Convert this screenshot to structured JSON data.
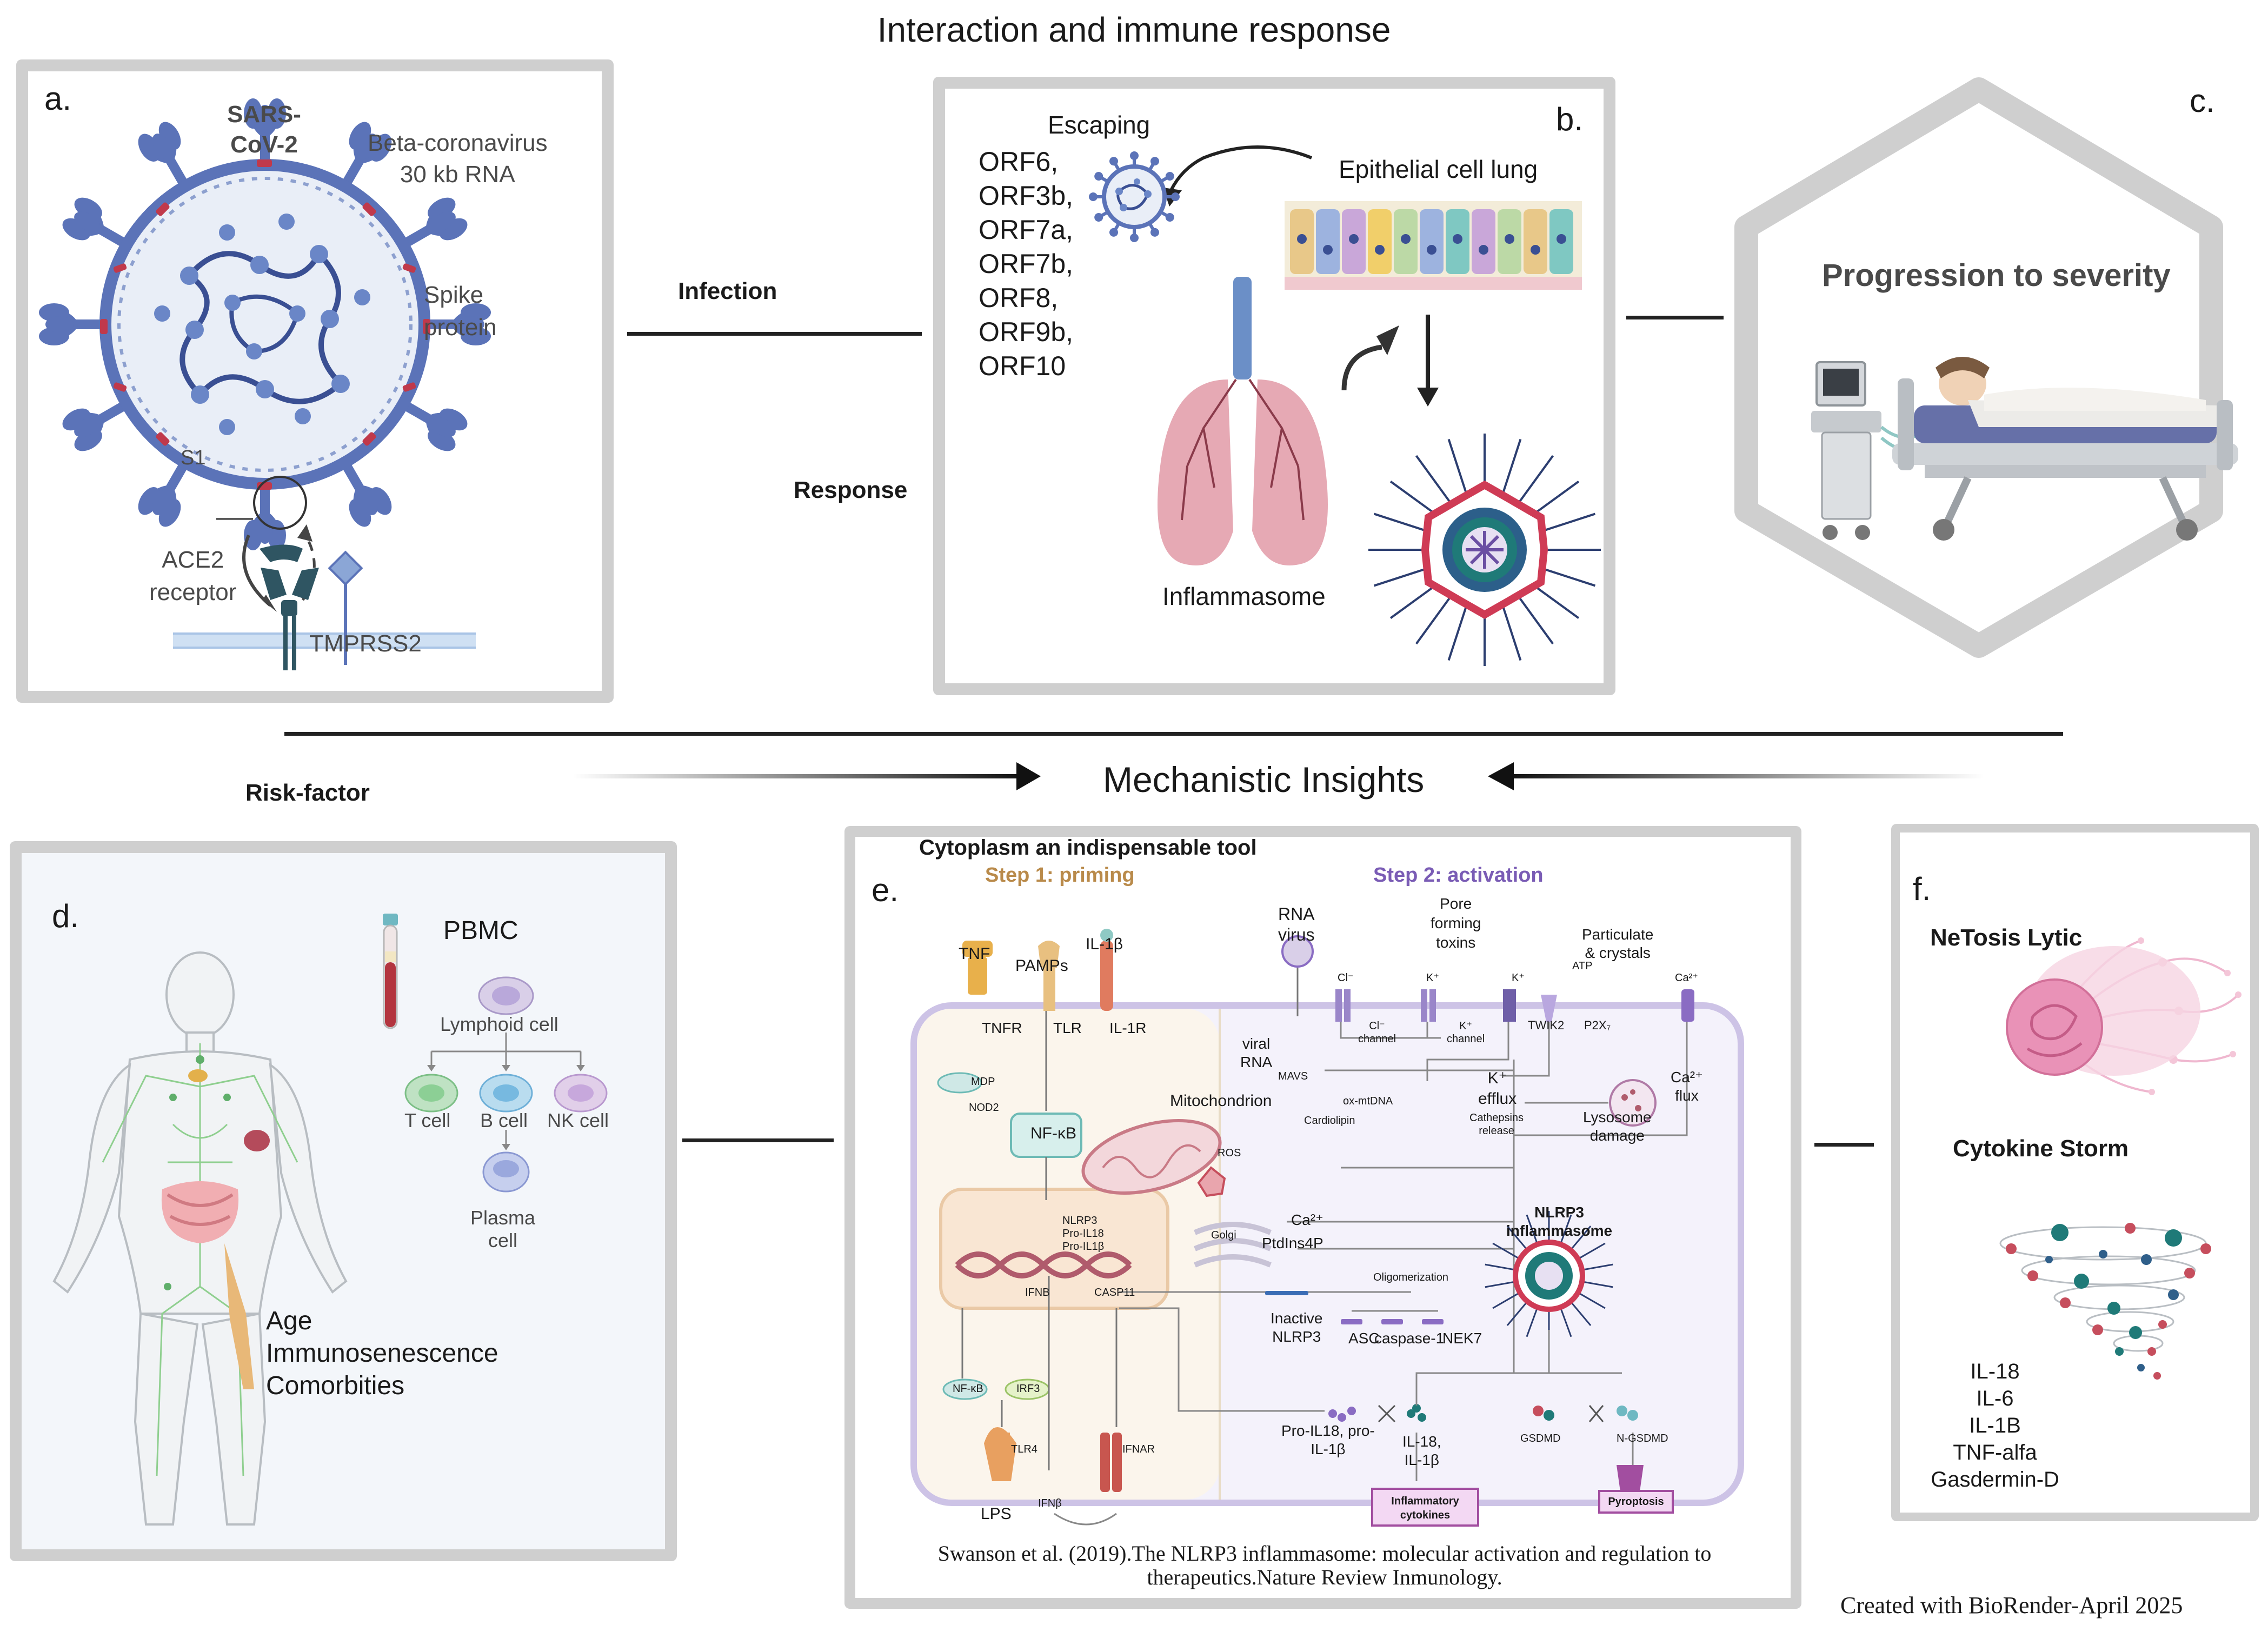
{
  "header": {
    "title": "Interaction and immune response",
    "mechanistic": "Mechanistic Insights",
    "credit": "Created with BioRender-April 2025"
  },
  "flow": {
    "infection": "Infection",
    "response": "Response",
    "risk_factor": "Risk-factor"
  },
  "panel_a": {
    "letter": "a.",
    "virus_name_1": "SARS-",
    "virus_name_2": "CoV-2",
    "genome_1": "Beta-coronavirus",
    "genome_2": "30 kb RNA",
    "spike_1": "Spike",
    "spike_2": "protein",
    "s1": "S1",
    "ace2_1": "ACE2",
    "ace2_2": "receptor",
    "tmprss2": "TMPRSS2"
  },
  "panel_b": {
    "letter": "b.",
    "escaping": "Escaping",
    "orfs": [
      "ORF6,",
      "ORF3b,",
      "ORF7a,",
      "ORF7b,",
      "ORF8,",
      "ORF9b,",
      "ORF10"
    ],
    "epithelial": "Epithelial cell lung",
    "inflammasome": "Inflammasome"
  },
  "panel_c": {
    "letter": "c.",
    "title": "Progression to severity"
  },
  "panel_d": {
    "letter": "d.",
    "pbmc": "PBMC",
    "lymphoid": "Lymphoid cell",
    "t_cell": "T cell",
    "b_cell": "B cell",
    "nk_cell": "NK cell",
    "plasma_1": "Plasma",
    "plasma_2": "cell",
    "factors": [
      "Age",
      "Immunosenescence",
      "Comorbities"
    ]
  },
  "panel_e": {
    "letter": "e.",
    "title": "Cytoplasm an indispensable tool",
    "step1": "Step 1: priming",
    "step2": "Step 2: activation",
    "tnf": "TNF",
    "pamps": "PAMPs",
    "il1b_top": "IL-1β",
    "tnfr": "TNFR",
    "tlr": "TLR",
    "il1r": "IL-1R",
    "mdp": "MDP",
    "nod2": "NOD2",
    "nfkb": "NF-κB",
    "nlrp3_gene": "NLRP3",
    "pro_il18": "Pro-IL18",
    "pro_il1b": "Pro-IL1β",
    "ifnb_gene": "IFNB",
    "casp11": "CASP11",
    "nfkb_small": "NF-κB",
    "irf3": "IRF3",
    "tlr4": "TLR4",
    "ifnar": "IFNAR",
    "lps": "LPS",
    "ifnb": "IFNβ",
    "rna_virus_1": "RNA",
    "rna_virus_2": "virus",
    "viral_rna_1": "viral",
    "viral_rna_2": "RNA",
    "mavs": "MAVS",
    "mitochondrion": "Mitochondrion",
    "ox_mtdna": "ox-mtDNA",
    "cardiolipin": "Cardiolipin",
    "ros": "ROS",
    "golgi": "Golgi",
    "ca_golgi": "Ca²⁺",
    "ptdins4p": "PtdIns4P",
    "pore_1": "Pore",
    "pore_2": "forming",
    "pore_3": "toxins",
    "particulate_1": "Particulate",
    "particulate_2": "& crystals",
    "atp": "ATP",
    "cl": "Cl⁻",
    "k_plus": "K⁺",
    "k_plus_2": "K⁺",
    "ca_top": "Ca²⁺",
    "cl_channel_1": "Cl⁻",
    "cl_channel_2": "channel",
    "k_channel_1": "K⁺",
    "k_channel_2": "channel",
    "twik2": "TWIK2",
    "p2x7": "P2X₇",
    "k_efflux_1": "K⁺",
    "k_efflux_2": "efflux",
    "cathepsins_1": "Cathepsins",
    "cathepsins_2": "release",
    "lysosome_1": "Lysosome",
    "lysosome_2": "damage",
    "ca_flux_1": "Ca²⁺",
    "ca_flux_2": "flux",
    "nlrp3_inf_1": "NLRP3",
    "nlrp3_inf_2": "inflammasome",
    "oligomerization": "Oligomerization",
    "inactive_1": "Inactive",
    "inactive_2": "NLRP3",
    "asc": "ASC",
    "caspase1": "caspase-1",
    "nek7": "NEK7",
    "pro_il18_b_1": "Pro-IL18, pro-",
    "pro_il18_b_2": "IL-1β",
    "il18_out_1": "IL-18,",
    "il18_out_2": "IL-1β",
    "gsdmd": "GSDMD",
    "n_gsdmd": "N-GSDMD",
    "inflam_cyt_1": "Inflammatory",
    "inflam_cyt_2": "cytokines",
    "pyroptosis": "Pyroptosis",
    "citation_1": "Swanson et al. (2019).The NLRP3 inflammasome: molecular activation and regulation to",
    "citation_2": "therapeutics.Nature Review Inmunology."
  },
  "panel_f": {
    "letter": "f.",
    "netosis": "NeTosis Lytic",
    "cytokine_storm": "Cytokine Storm",
    "cytokines": [
      "IL-18",
      "IL-6",
      "IL-1B",
      "TNF-alfa",
      "Gasdermin-D"
    ]
  },
  "colors": {
    "panel_border": "#cfcfcf",
    "virus_blue": "#5b73b8",
    "spike_red": "#c0394b",
    "priming": "#b98a4a",
    "activation": "#7a5cb5",
    "lung_pink": "#e6a9b4",
    "teal": "#1f7a78"
  }
}
